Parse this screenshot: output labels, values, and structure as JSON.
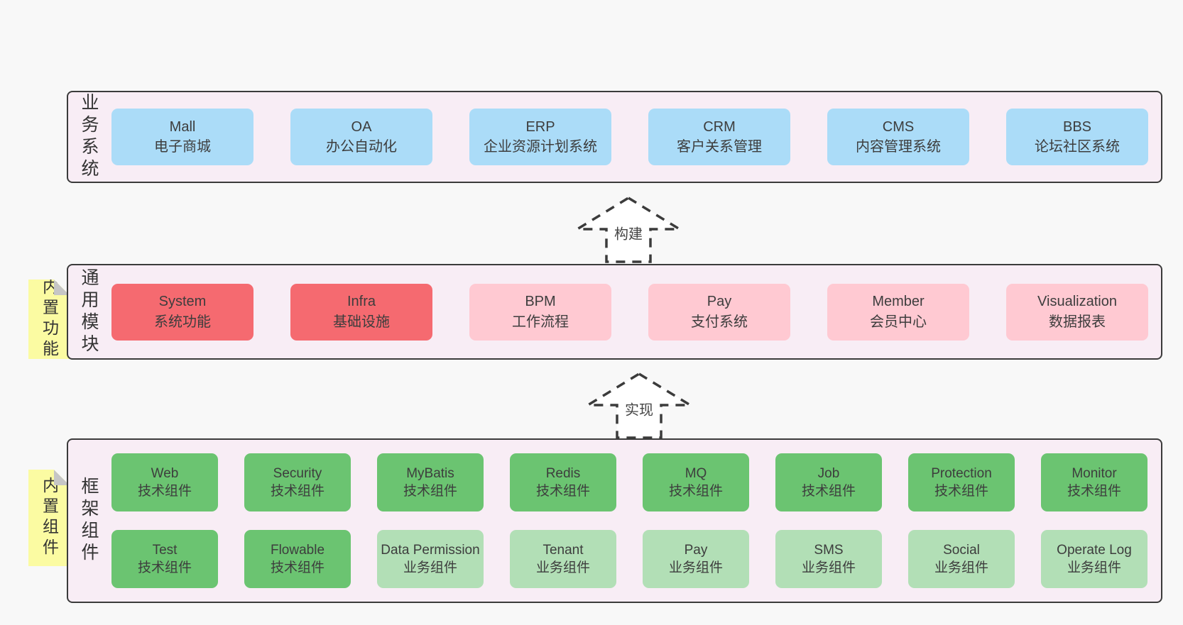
{
  "colors": {
    "page_bg": "#f8f8f8",
    "panel_bg": "#f8edf5",
    "line": "#3b3b3b",
    "blue": "#abdcf8",
    "red": "#f56a70",
    "pink": "#ffc9d2",
    "green_dark": "#6bc471",
    "green_light": "#b2dfb6",
    "sticky": "#fbfba2",
    "fold": "#c6c6c6"
  },
  "diagram": {
    "business": {
      "label": "业务系统",
      "boxes": [
        {
          "name": "Mall",
          "desc": "电子商城"
        },
        {
          "name": "OA",
          "desc": "办公自动化"
        },
        {
          "name": "ERP",
          "desc": "企业资源计划系统"
        },
        {
          "name": "CRM",
          "desc": "客户关系管理"
        },
        {
          "name": "CMS",
          "desc": "内容管理系统"
        },
        {
          "name": "BBS",
          "desc": "论坛社区系统"
        }
      ]
    },
    "arrows": {
      "build": "构建",
      "implement": "实现"
    },
    "modules": {
      "label": "通用模块",
      "sticky": "内置功能",
      "boxes": [
        {
          "name": "System",
          "desc": "系统功能"
        },
        {
          "name": "Infra",
          "desc": "基础设施"
        },
        {
          "name": "BPM",
          "desc": "工作流程"
        },
        {
          "name": "Pay",
          "desc": "支付系统"
        },
        {
          "name": "Member",
          "desc": "会员中心"
        },
        {
          "name": "Visualization",
          "desc": "数据报表"
        }
      ]
    },
    "components": {
      "label": "框架组件",
      "sticky": "内置组件",
      "row1": [
        {
          "name": "Web",
          "desc": "技术组件"
        },
        {
          "name": "Security",
          "desc": "技术组件"
        },
        {
          "name": "MyBatis",
          "desc": "技术组件"
        },
        {
          "name": "Redis",
          "desc": "技术组件"
        },
        {
          "name": "MQ",
          "desc": "技术组件"
        },
        {
          "name": "Job",
          "desc": "技术组件"
        },
        {
          "name": "Protection",
          "desc": "技术组件"
        },
        {
          "name": "Monitor",
          "desc": "技术组件"
        }
      ],
      "row2": [
        {
          "name": "Test",
          "desc": "技术组件"
        },
        {
          "name": "Flowable",
          "desc": "技术组件"
        },
        {
          "name": "Data Permission",
          "desc": "业务组件"
        },
        {
          "name": "Tenant",
          "desc": "业务组件"
        },
        {
          "name": "Pay",
          "desc": "业务组件"
        },
        {
          "name": "SMS",
          "desc": "业务组件"
        },
        {
          "name": "Social",
          "desc": "业务组件"
        },
        {
          "name": "Operate Log",
          "desc": "业务组件"
        }
      ]
    }
  }
}
